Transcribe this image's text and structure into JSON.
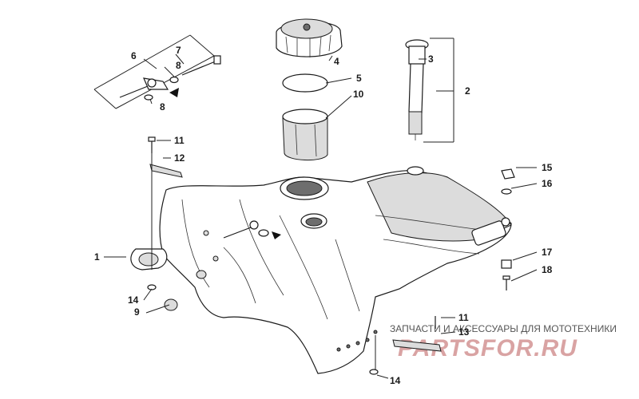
{
  "callouts": {
    "c1": "1",
    "c2": "2",
    "c3": "3",
    "c4": "4",
    "c5": "5",
    "c6": "6",
    "c7": "7",
    "c8a": "8",
    "c8b": "8",
    "c9": "9",
    "c10": "10",
    "c11a": "11",
    "c11b": "11",
    "c12": "12",
    "c13": "13",
    "c14a": "14",
    "c14b": "14",
    "c15": "15",
    "c16": "16",
    "c17": "17",
    "c18": "18"
  },
  "watermark": {
    "caption": "ЗАПЧАСТИ И АКСЕССУАРЫ ДЛЯ МОТОТЕХНИКИ",
    "logo": "PARTSFOR.RU"
  }
}
